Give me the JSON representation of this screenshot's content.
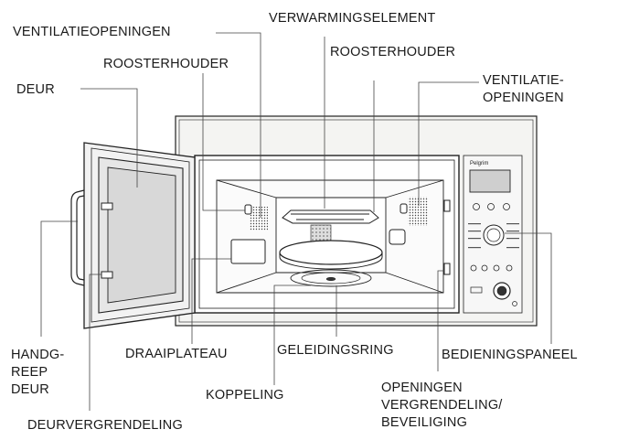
{
  "labels": {
    "ventilatieopeningen_left": "VENTILATIEOPENINGEN",
    "verwarmingselement": "VERWARMINGSELEMENT",
    "roosterhouder_left": "ROOSTERHOUDER",
    "roosterhouder_right": "ROOSTERHOUDER",
    "deur": "DEUR",
    "ventilatie_right_1": "VENTILATIE-",
    "ventilatie_right_2": "OPENINGEN",
    "handgreep_1": "HANDG-",
    "handgreep_2": "REEP",
    "handgreep_3": "DEUR",
    "draaiplateau": "DRAAIPLATEAU",
    "geleidingsring": "GELEIDINGSRING",
    "bedieningspaneel": "BEDIENINGSPANEEL",
    "koppeling": "KOPPELING",
    "openingen_1": "OPENINGEN",
    "openingen_2": "VERGRENDELING/",
    "openingen_3": "BEVEILIGING",
    "deurvergrendeling": "DEURVERGRENDELING"
  },
  "panel": {
    "brand": "Pelgrim"
  }
}
